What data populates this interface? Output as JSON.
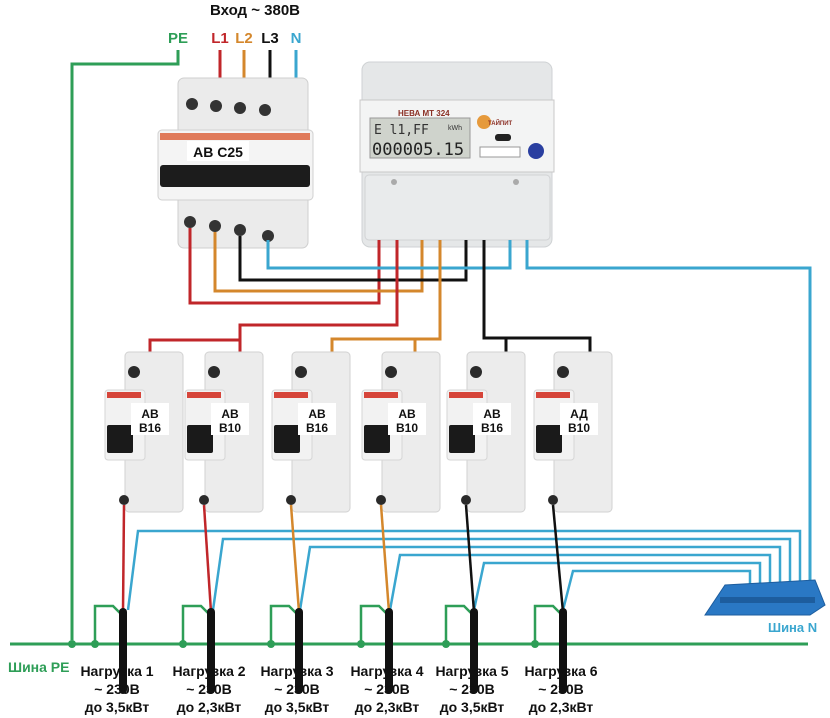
{
  "title": "Вход ~ 380В",
  "input_labels": [
    {
      "text": "PE",
      "color": "#2e9e57"
    },
    {
      "text": "L1",
      "color": "#c0262a"
    },
    {
      "text": "L2",
      "color": "#d4872c"
    },
    {
      "text": "L3",
      "color": "#111111"
    },
    {
      "text": "N",
      "color": "#3aa6cf"
    }
  ],
  "main_breaker": {
    "label": "АВ С25"
  },
  "meter": {
    "model": "НЕВА МТ 324",
    "display_top": "E l1,FF",
    "unit": "kWh",
    "reading": "000005.15",
    "brand": "ТАЙПИТ"
  },
  "breakers": [
    {
      "label_top": "АВ",
      "label_bottom": "В16",
      "phase": "L1"
    },
    {
      "label_top": "АВ",
      "label_bottom": "В10",
      "phase": "L1"
    },
    {
      "label_top": "АВ",
      "label_bottom": "В16",
      "phase": "L2"
    },
    {
      "label_top": "АВ",
      "label_bottom": "В10",
      "phase": "L2"
    },
    {
      "label_top": "АВ",
      "label_bottom": "В16",
      "phase": "L3"
    },
    {
      "label_top": "АД",
      "label_bottom": "В10",
      "phase": "L3"
    }
  ],
  "loads": [
    {
      "name": "Нагрузка 1",
      "voltage": "~ 230В",
      "power": "до 3,5кВт"
    },
    {
      "name": "Нагрузка 2",
      "voltage": "~ 230В",
      "power": "до 2,3кВт"
    },
    {
      "name": "Нагрузка 3",
      "voltage": "~ 230В",
      "power": "до 3,5кВт"
    },
    {
      "name": "Нагрузка 4",
      "voltage": "~ 230В",
      "power": "до 2,3кВт"
    },
    {
      "name": "Нагрузка 5",
      "voltage": "~ 230В",
      "power": "до 3,5кВт"
    },
    {
      "name": "Нагрузка 6",
      "voltage": "~ 230В",
      "power": "до 2,3кВт"
    }
  ],
  "bus_pe_label": "Шина PE",
  "bus_n_label": "Шина N",
  "colors": {
    "pe": "#2e9e57",
    "l1": "#c0262a",
    "l2": "#d4872c",
    "l3": "#111111",
    "n": "#3aa6cf"
  }
}
